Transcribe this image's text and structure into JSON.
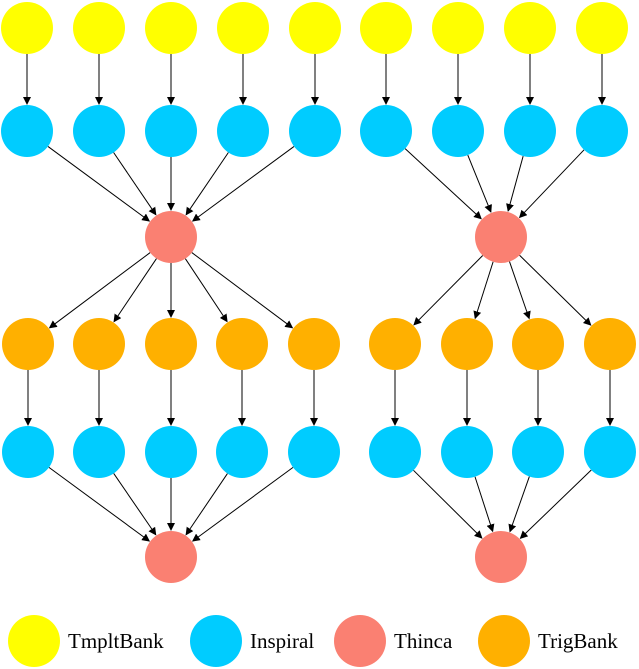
{
  "colors": {
    "tmpltbank": "#ffff00",
    "inspiral": "#00ccff",
    "thinca": "#fa8072",
    "trigbank": "#ffb000",
    "edge": "#000000"
  },
  "legend": [
    {
      "type": "tmpltbank",
      "label": "TmpltBank"
    },
    {
      "type": "inspiral",
      "label": "Inspiral"
    },
    {
      "type": "thinca",
      "label": "Thinca"
    },
    {
      "type": "trigbank",
      "label": "TrigBank"
    }
  ],
  "workflow": {
    "groups": [
      {
        "name": "left",
        "tmpltbank": 5,
        "inspiral_first": 5,
        "thinca_first": 1,
        "trigbank": 5,
        "inspiral_second": 5,
        "thinca_second": 1
      },
      {
        "name": "right",
        "tmpltbank": 4,
        "inspiral_first": 4,
        "thinca_first": 1,
        "trigbank": 4,
        "inspiral_second": 4,
        "thinca_second": 1
      }
    ]
  }
}
